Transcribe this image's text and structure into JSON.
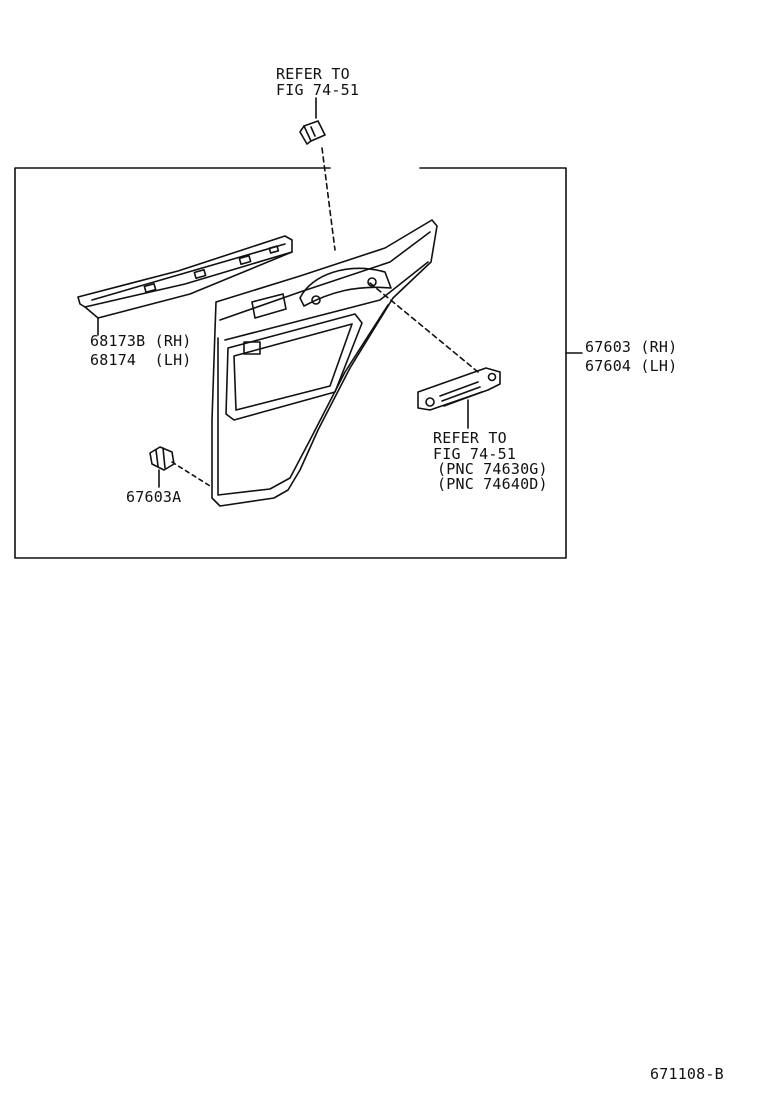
{
  "refer_top": {
    "line1": "REFER TO",
    "line2": "FIG 74-51"
  },
  "moulding": {
    "part_rh": "68173B (RH)",
    "part_lh": "68174  (LH)"
  },
  "trim_panel": {
    "part_rh": "67603 (RH)",
    "part_lh": "67604 (LH)"
  },
  "clip": {
    "part": "67603A"
  },
  "refer_handle": {
    "line1": "REFER TO",
    "line2": "FIG 74-51",
    "line3": "(PNC 74630G)",
    "line4": "(PNC 74640D)"
  },
  "figure_code": "671108-B"
}
